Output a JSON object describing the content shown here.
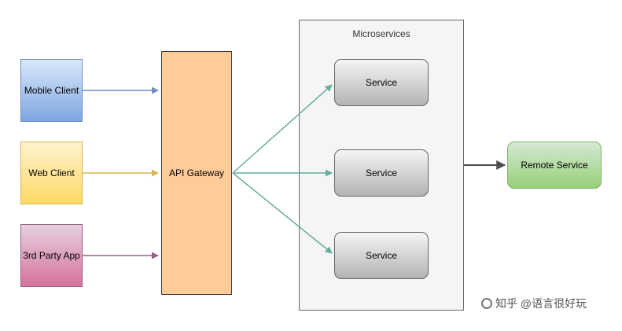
{
  "nodes": {
    "mobile_client": "Mobile Client",
    "web_client": "Web Client",
    "third_party_app": "3rd Party App",
    "api_gateway": "API Gateway",
    "microservices": "Microservices",
    "service_1": "Service",
    "service_2": "Service",
    "service_3": "Service",
    "remote_service": "Remote Service"
  },
  "watermark": "知乎 @语言很好玩",
  "colors": {
    "edge_mobile": "#6c8ebf",
    "edge_web": "#d6b656",
    "edge_third": "#996185",
    "edge_gateway": "#67ab9f",
    "edge_remote": "#4d4d4d"
  }
}
